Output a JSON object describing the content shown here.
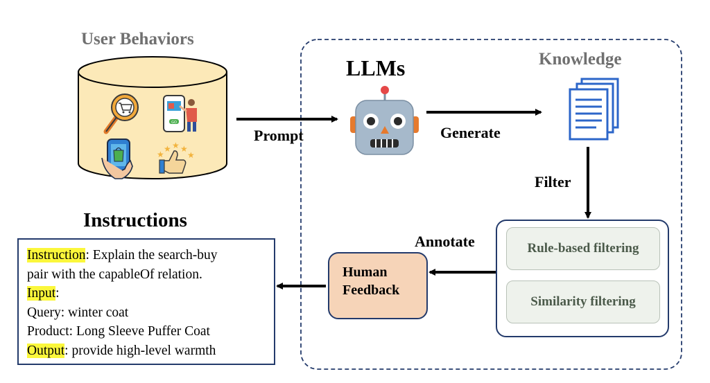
{
  "labels": {
    "user_behaviors": "User Behaviors",
    "llms": "LLMs",
    "knowledge": "Knowledge",
    "instructions": "Instructions",
    "prompt": "Prompt",
    "generate": "Generate",
    "filter": "Filter",
    "annotate": "Annotate"
  },
  "human_feedback": {
    "line1": "Human",
    "line2": "Feedback"
  },
  "filters": {
    "rule_based": "Rule-based filtering",
    "similarity": "Similarity filtering"
  },
  "instruction_example": {
    "instruction_key": "Instruction",
    "instruction_text": ": Explain the search-buy",
    "instruction_text2": "pair with the capableOf relation.",
    "input_key": "Input",
    "input_colon": ":",
    "query": "Query:  winter coat",
    "product": "Product:  Long Sleeve Puffer Coat",
    "output_key": "Output",
    "output_text": ":  provide high-level warmth"
  },
  "colors": {
    "cylinder_fill": "#fce9b8",
    "human_feedback_fill": "#f6d4b8",
    "filter_panel_fill": "#ffffff",
    "border_navy": "#233a6b",
    "highlight": "#fbf73b"
  },
  "icons": [
    "shopping-cart-search-icon",
    "phone-shopper-icon",
    "phone-bag-icon",
    "thumbs-up-stars-icon",
    "robot-icon",
    "document-stack-icon"
  ]
}
